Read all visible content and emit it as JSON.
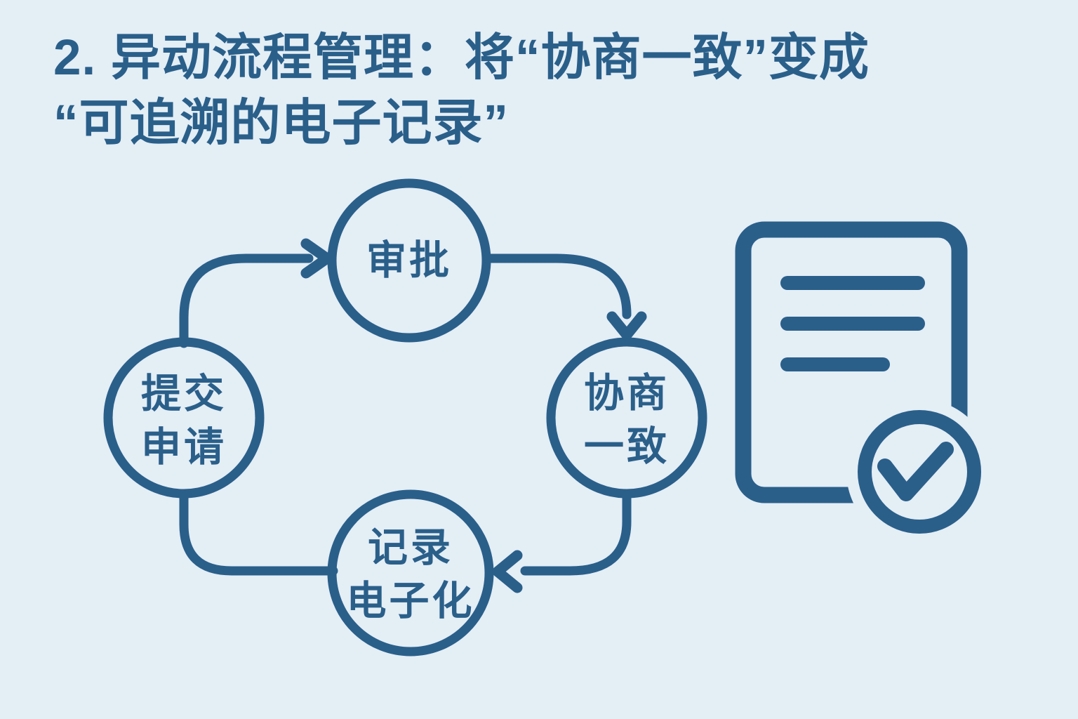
{
  "title": {
    "line1": "2. 异动流程管理：将“协商一致”变成",
    "line2": "“可追溯的电子记录”"
  },
  "flow": {
    "type": "cycle",
    "direction": "clockwise",
    "nodes": {
      "submit": {
        "line1": "提交",
        "line2": "申请"
      },
      "approval": {
        "line1": "审批"
      },
      "consensus": {
        "line1": "协商",
        "line2": "一致"
      },
      "record": {
        "line1": "记录",
        "line2": "电子化"
      }
    },
    "edges": [
      {
        "from": "submit",
        "to": "approval",
        "arrowhead": true
      },
      {
        "from": "approval",
        "to": "consensus",
        "arrowhead": true
      },
      {
        "from": "consensus",
        "to": "record",
        "arrowhead": true
      },
      {
        "from": "record",
        "to": "submit",
        "arrowhead": false
      }
    ]
  },
  "side_icon": {
    "name": "document-check-icon",
    "document_text_lines": 3,
    "badge": "check-circle"
  },
  "colors": {
    "background": "#e4eef5",
    "ink": "#2a5f8a"
  }
}
